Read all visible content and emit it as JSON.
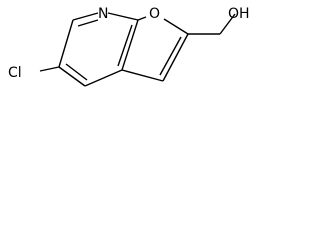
{
  "structure": {
    "atoms": {
      "nitrogen": "N",
      "ring_oxygen": "O",
      "chlorine": "Cl",
      "hydroxyl": "OH"
    }
  }
}
